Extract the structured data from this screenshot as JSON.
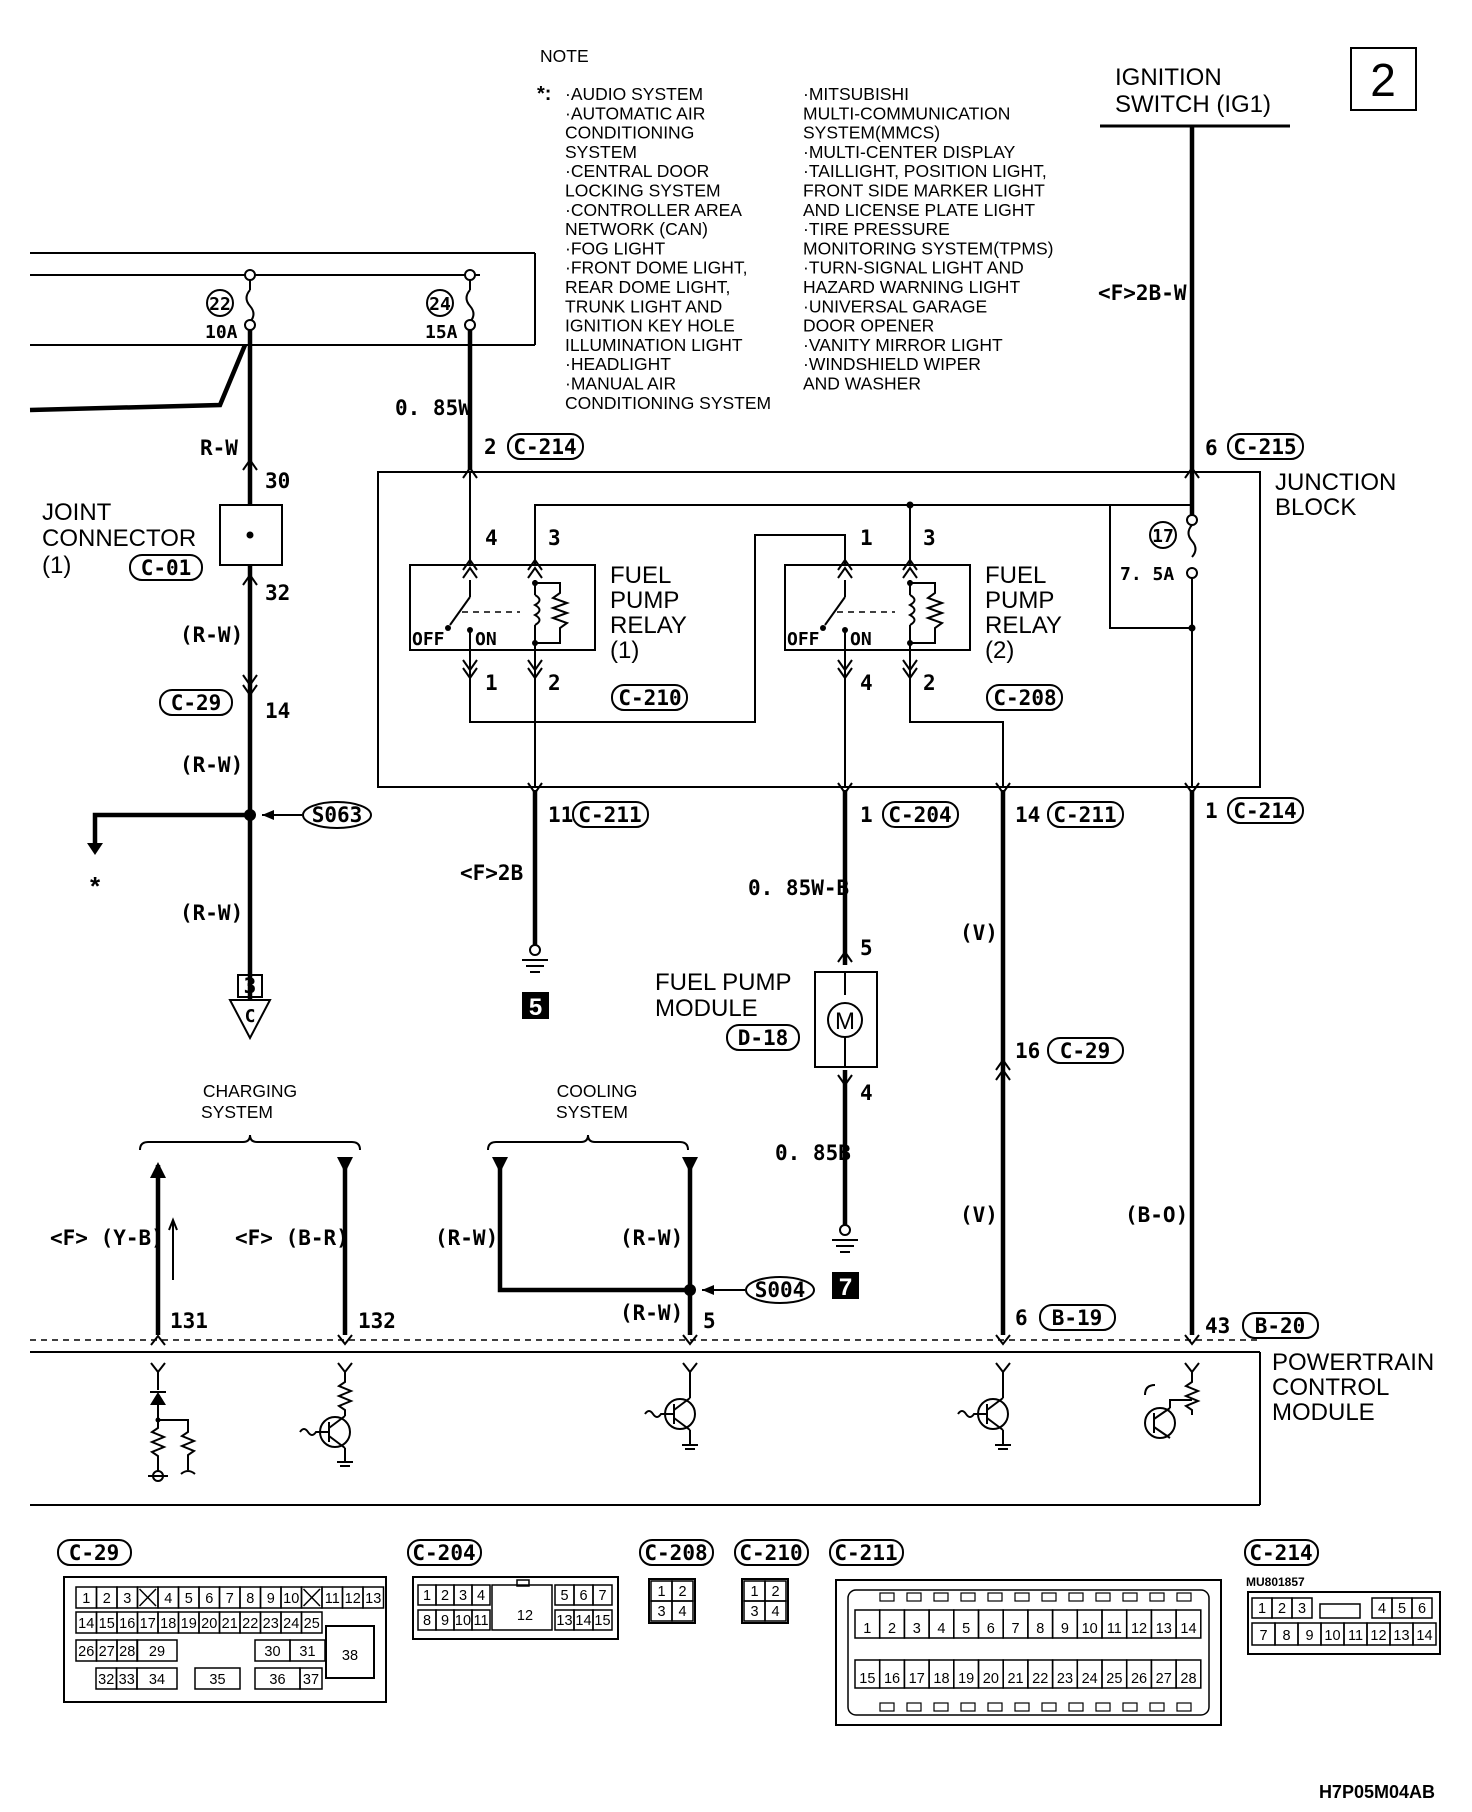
{
  "page_number": "2",
  "diagram_code": "H7P05M04AB",
  "note": {
    "title": "NOTE",
    "marker": "*:",
    "col1": [
      "·AUDIO SYSTEM",
      "·AUTOMATIC AIR",
      "CONDITIONING",
      "SYSTEM",
      "·CENTRAL DOOR",
      "LOCKING SYSTEM",
      "·CONTROLLER AREA",
      "NETWORK (CAN)",
      "·FOG LIGHT",
      "·FRONT DOME LIGHT,",
      "REAR DOME LIGHT,",
      "TRUNK LIGHT AND",
      "IGNITION KEY HOLE",
      "ILLUMINATION LIGHT",
      "·HEADLIGHT",
      "·MANUAL AIR",
      "CONDITIONING SYSTEM"
    ],
    "col2": [
      "·MITSUBISHI",
      "MULTI-COMMUNICATION",
      "SYSTEM(MMCS)",
      "·MULTI-CENTER DISPLAY",
      "·TAILLIGHT, POSITION LIGHT,",
      "FRONT SIDE MARKER LIGHT",
      "AND LICENSE PLATE LIGHT",
      "·TIRE PRESSURE",
      "MONITORING SYSTEM(TPMS)",
      "·TURN-SIGNAL LIGHT AND",
      "HAZARD WARNING LIGHT",
      "·UNIVERSAL GARAGE",
      "DOOR OPENER",
      "·VANITY MIRROR LIGHT",
      "·WINDSHIELD WIPER",
      "AND WASHER"
    ]
  },
  "ignition": {
    "line1": "IGNITION",
    "line2": "SWITCH (IG1)"
  },
  "fuses": {
    "f22": {
      "num": "22",
      "rating": "10A"
    },
    "f24": {
      "num": "24",
      "rating": "15A"
    },
    "f17": {
      "num": "17",
      "rating": "7. 5A"
    }
  },
  "components": {
    "junction_block": {
      "line1": "JUNCTION",
      "line2": "BLOCK"
    },
    "joint_connector": {
      "line1": "JOINT",
      "line2": "CONNECTOR",
      "line3": "(1)",
      "conn": "C-01"
    },
    "relay1": {
      "line1": "FUEL",
      "line2": "PUMP",
      "line3": "RELAY",
      "line4": "(1)",
      "conn": "C-210",
      "off": "OFF",
      "on": "ON"
    },
    "relay2": {
      "line1": "FUEL",
      "line2": "PUMP",
      "line3": "RELAY",
      "line4": "(2)",
      "conn": "C-208",
      "off": "OFF",
      "on": "ON"
    },
    "fuel_pump": {
      "line1": "FUEL PUMP",
      "line2": "MODULE",
      "conn": "D-18",
      "symbol": "M"
    },
    "pcm": {
      "line1": "POWERTRAIN",
      "line2": "CONTROL",
      "line3": "MODULE"
    },
    "charging": {
      "line1": "CHARGING",
      "line2": "SYSTEM"
    },
    "cooling": {
      "line1": "COOLING",
      "line2": "SYSTEM"
    }
  },
  "wires": {
    "w085w": "0. 85W",
    "rw_dash": "R-W",
    "rw_paren1": "(R-W)",
    "rw_paren2": "(R-W)",
    "rw_paren3": "(R-W)",
    "f2bw": "<F>2B-W",
    "f2b": "<F>2B",
    "w085wb": "0. 85W-B",
    "w085b": "0. 85B",
    "v1": "(V)",
    "v2": "(V)",
    "bo": "(B-O)",
    "fyb": "<F> (Y-B)",
    "fbr": "<F> (B-R)",
    "cool_rw1": "(R-W)",
    "cool_rw2": "(R-W)",
    "cool_rw3": "(R-W)"
  },
  "splices": {
    "s063": "S063",
    "s004": "S004"
  },
  "grounds": {
    "g5": "5",
    "g7": "7"
  },
  "offpage": {
    "num": "3",
    "letter": "C"
  },
  "asterisk": "*",
  "connectors": {
    "c214a": {
      "pin": "2",
      "id": "C-214"
    },
    "c215": {
      "pin": "6",
      "id": "C-215"
    },
    "c29a": {
      "pin": "14",
      "id": "C-29"
    },
    "c211a": {
      "pin": "11",
      "id": "C-211"
    },
    "c204": {
      "pin": "1",
      "id": "C-204"
    },
    "c211b": {
      "pin": "14",
      "id": "C-211"
    },
    "c214b": {
      "pin": "1",
      "id": "C-214"
    },
    "c29b": {
      "pin": "16",
      "id": "C-29"
    },
    "b19": {
      "pin": "6",
      "id": "B-19"
    },
    "b20": {
      "pin": "43",
      "id": "B-20"
    }
  },
  "pins": {
    "jc30": "30",
    "jc32": "32",
    "r1_4": "4",
    "r1_3": "3",
    "r1_1": "1",
    "r1_2": "2",
    "r2_1": "1",
    "r2_3": "3",
    "r2_4": "4",
    "r2_2": "2",
    "fp5": "5",
    "fp4": "4",
    "pcm131": "131",
    "pcm132": "132",
    "pcm5": "5"
  },
  "legend": {
    "c29": {
      "id": "C-29",
      "rows": [
        [
          "1",
          "2",
          "3",
          "",
          "4",
          "5",
          "6",
          "7",
          "8",
          "9",
          "10",
          "",
          "11",
          "12",
          "13"
        ],
        [
          "14",
          "15",
          "16",
          "17",
          "18",
          "19",
          "20",
          "21",
          "22",
          "23",
          "24",
          "25"
        ],
        [
          "26",
          "27",
          "28",
          "29",
          "",
          "30",
          "31"
        ],
        [
          "32",
          "33",
          "34",
          "35",
          "36",
          "37"
        ]
      ],
      "big": "38"
    },
    "c204": {
      "id": "C-204",
      "top": [
        "1",
        "2",
        "3",
        "4",
        "5",
        "6",
        "7"
      ],
      "bottom": [
        "8",
        "9",
        "10",
        "11",
        "13",
        "14",
        "15"
      ],
      "big": "12"
    },
    "c208": {
      "id": "C-208",
      "cells": [
        "1",
        "2",
        "3",
        "4"
      ]
    },
    "c210": {
      "id": "C-210",
      "cells": [
        "1",
        "2",
        "3",
        "4"
      ]
    },
    "c211": {
      "id": "C-211",
      "top": [
        "1",
        "2",
        "3",
        "4",
        "5",
        "6",
        "7",
        "8",
        "9",
        "10",
        "11",
        "12",
        "13",
        "14"
      ],
      "bottom": [
        "15",
        "16",
        "17",
        "18",
        "19",
        "20",
        "21",
        "22",
        "23",
        "24",
        "25",
        "26",
        "27",
        "28"
      ]
    },
    "c214": {
      "id": "C-214",
      "code": "MU801857",
      "top": [
        "1",
        "2",
        "3",
        "",
        "4",
        "5",
        "6"
      ],
      "bottom": [
        "7",
        "8",
        "9",
        "10",
        "11",
        "12",
        "13",
        "14"
      ]
    }
  }
}
